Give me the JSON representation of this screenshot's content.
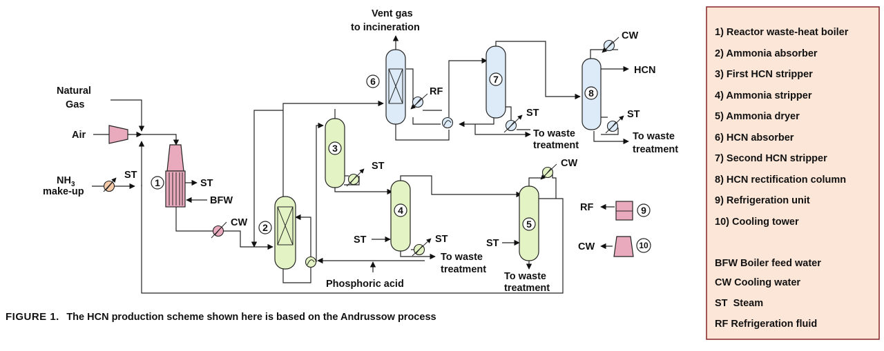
{
  "colors": {
    "green_vessel": "#e4f3c4",
    "blue_vessel": "#dcebf7",
    "pink_equipment": "#eaaabd",
    "legend_bg": "#fce6d8",
    "legend_border": "#8b2f2f",
    "line": "#222222"
  },
  "stream_labels": {
    "vent_gas_1": "Vent gas",
    "vent_gas_2": "to incineration",
    "natural_gas_1": "Natural",
    "natural_gas_2": "Gas",
    "air": "Air",
    "nh3": "NH",
    "nh3_sub": "3",
    "makeup": "make-up",
    "st_nh3": "ST",
    "st_boiler": "ST",
    "bfw": "BFW",
    "cw_cooler": "CW",
    "rf_abs": "RF",
    "st_col7": "ST",
    "to_waste_7_1": "To waste",
    "to_waste_7_2": "treatment",
    "cw_col8": "CW",
    "hcn": "HCN",
    "st_col8": "ST",
    "to_waste_8_1": "To waste",
    "to_waste_8_2": "treatment",
    "st_col3": "ST",
    "cw_col5": "CW",
    "st_col4_in": "ST",
    "st_col4_reb": "ST",
    "to_waste_4_1": "To waste",
    "to_waste_4_2": "treatment",
    "st_col5": "ST",
    "to_waste_5_1": "To waste",
    "to_waste_5_2": "treatment",
    "phosphoric_acid": "Phosphoric acid",
    "rf_unit": "RF",
    "cw_unit": "CW"
  },
  "unit_numbers": [
    "1",
    "2",
    "3",
    "4",
    "5",
    "6",
    "7",
    "8",
    "9",
    "10"
  ],
  "caption": {
    "figure_label": "FIGURE 1.",
    "text": "The HCN production scheme shown here is based on the Andrussow process"
  },
  "legend": {
    "units": [
      "1) Reactor waste-heat boiler",
      "2) Ammonia absorber",
      "3) First HCN stripper",
      "4) Ammonia stripper",
      "5) Ammonia dryer",
      "6) HCN absorber",
      "7) Second HCN stripper",
      "8) HCN rectification column",
      "9) Refrigeration unit",
      "10) Cooling tower"
    ],
    "abbreviations": [
      "BFW Boiler feed water",
      "CW Cooling water",
      "ST  Steam",
      "RF Refrigeration fluid"
    ]
  }
}
